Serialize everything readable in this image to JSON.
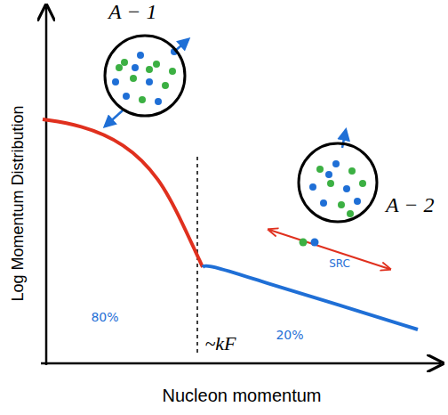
{
  "diagram": {
    "nodes": [
      {
        "text": [
          "A − 1"
        ]
      },
      {
        "text": [
          "A − 2"
        ]
      }
    ],
    "labels": [
      "Log Momentum Distribution",
      "Nucleon momentum",
      "80%",
      "~kF",
      "20%",
      "SRC"
    ]
  }
}
